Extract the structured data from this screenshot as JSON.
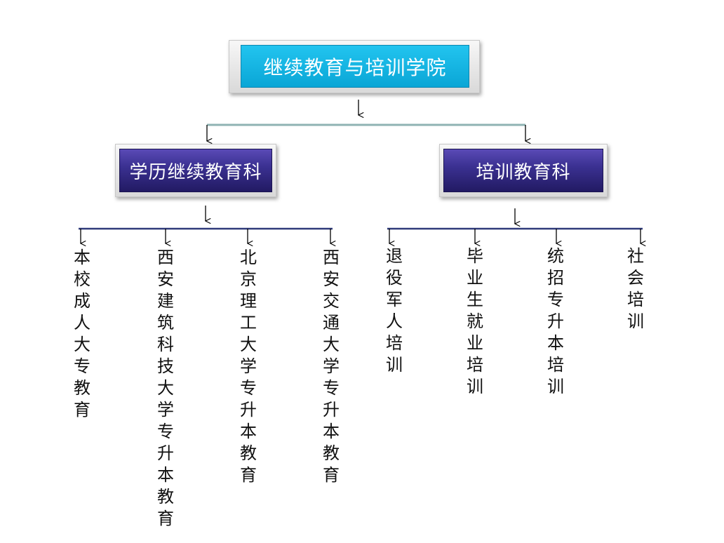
{
  "root": {
    "label": "继续教育与培训学院"
  },
  "branches": [
    {
      "label": "学历继续教育科",
      "children": [
        {
          "label": "本校成人大专教育"
        },
        {
          "label": "西安建筑科技大学专升本教育"
        },
        {
          "label": "北京理工大学专升本教育"
        },
        {
          "label": "西安交通大学专升本教育"
        }
      ]
    },
    {
      "label": "培训教育科",
      "children": [
        {
          "label": "退役军人培训"
        },
        {
          "label": "毕业生就业培训"
        },
        {
          "label": "统招专升本培训"
        },
        {
          "label": "社会培训"
        }
      ]
    }
  ],
  "colors": {
    "root_fill": "#15b6e4",
    "branch_fill": "#2f2880",
    "connector_top": "#8fb3b3",
    "connector_sub": "#2f3a7a"
  },
  "arrow_glyph": "↓"
}
